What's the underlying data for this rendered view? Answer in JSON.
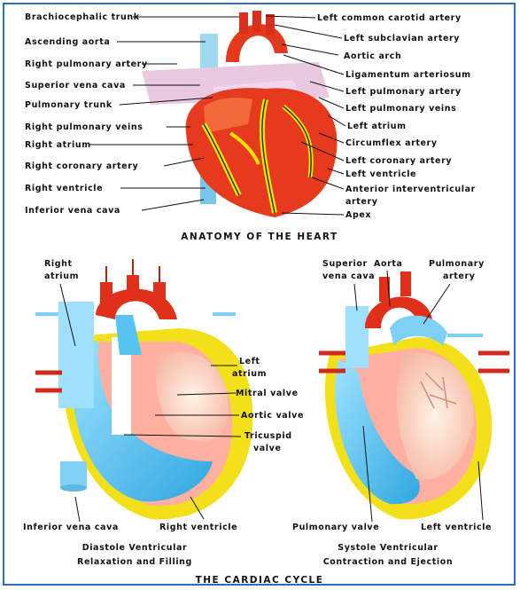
{
  "top": {
    "title": "ANATOMY OF THE HEART",
    "left_labels": [
      "Brachiocephalic trunk",
      "Ascending aorta",
      "Right pulmonary artery",
      "Superior vena cava",
      "Pulmonary trunk",
      "Right pulmonary veins",
      "Right atrium",
      "Right coronary artery",
      "Right ventricle",
      "Inferior vena cava"
    ],
    "right_labels": [
      "Left common carotid artery",
      "Left subclavian artery",
      "Aortic arch",
      "Ligamentum arteriosum",
      "Left pulmonary artery",
      "Left pulmonary veins",
      "Left atrium",
      "Circumflex artery",
      "Left coronary artery",
      "Left ventricle",
      "Anterior interventricular",
      "artery",
      "Apex"
    ]
  },
  "bottom_left": {
    "right_atrium": [
      "Right",
      "atrium"
    ],
    "left_atrium": [
      "Left",
      "atrium"
    ],
    "mitral": "Mitral valve",
    "aortic": "Aortic valve",
    "tricuspid": [
      "Tricuspid",
      "valve"
    ],
    "ivc": "Inferior vena cava",
    "rv": "Right ventricle",
    "caption": [
      "Diastole Ventricular",
      "Relaxation and Filling"
    ]
  },
  "bottom_right": {
    "svc": [
      "Superior",
      "vena cava"
    ],
    "aorta": "Aorta",
    "pulm": [
      "Pulmonary",
      "artery"
    ],
    "pulm_valve": "Pulmonary valve",
    "lv": "Left ventricle",
    "caption": [
      "Systole Ventricular",
      "Contraction and Ejection"
    ]
  },
  "footer_title": "THE CARDIAC CYCLE"
}
